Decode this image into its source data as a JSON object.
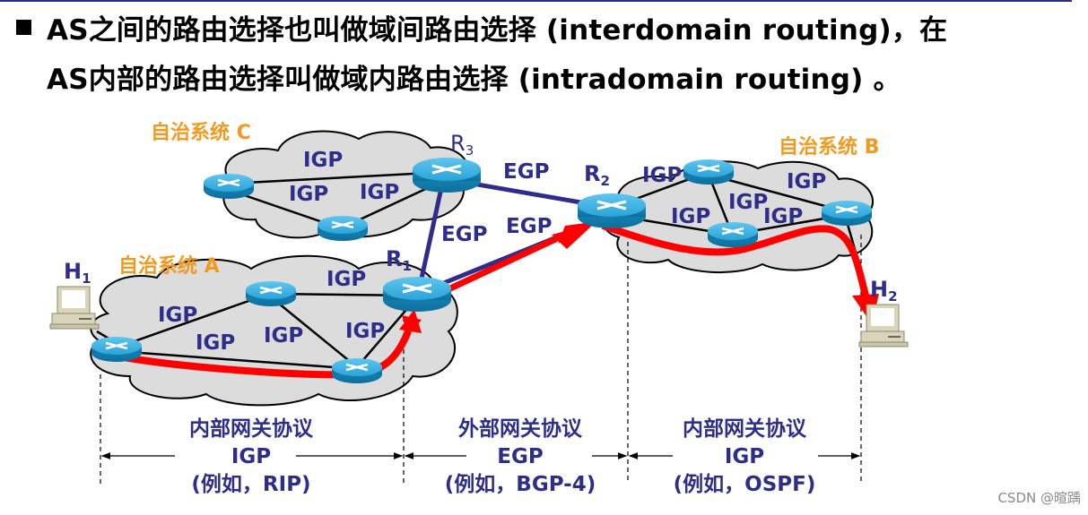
{
  "heading": {
    "bullet_icon": "square-bullet",
    "line1": "AS之间的路由选择也叫做域间路由选择 (interdomain routing)，在",
    "line2": "AS内部的路由选择叫做域内路由选择 (intradomain routing) 。"
  },
  "autonomous_systems": {
    "a": "自治系统 A",
    "b": "自治系统 B",
    "c": "自治系统 C"
  },
  "routers": {
    "r1": {
      "main": "R",
      "sub": "1"
    },
    "r2": {
      "main": "R",
      "sub": "2"
    },
    "r3": {
      "main": "R",
      "sub": "3"
    }
  },
  "hosts": {
    "h1": {
      "main": "H",
      "sub": "1"
    },
    "h2": {
      "main": "H",
      "sub": "2"
    }
  },
  "link_labels": {
    "igp": "IGP",
    "egp": "EGP"
  },
  "protocol_sections": [
    {
      "name": "内部网关协议",
      "abbr": "IGP",
      "example": "(例如，RIP)"
    },
    {
      "name": "外部网关协议",
      "abbr": "EGP",
      "example": "(例如，BGP-4)"
    },
    {
      "name": "内部网关协议",
      "abbr": "IGP",
      "example": "(例如，OSPF)"
    }
  ],
  "colors": {
    "label_blue": "#2e2e8a",
    "as_orange": "#f39a1e",
    "path_red": "#ff0000",
    "router_cyan": "#1d9fd6",
    "cloud_gray": "#dcdcdc"
  },
  "watermark": "CSDN @暄踽"
}
